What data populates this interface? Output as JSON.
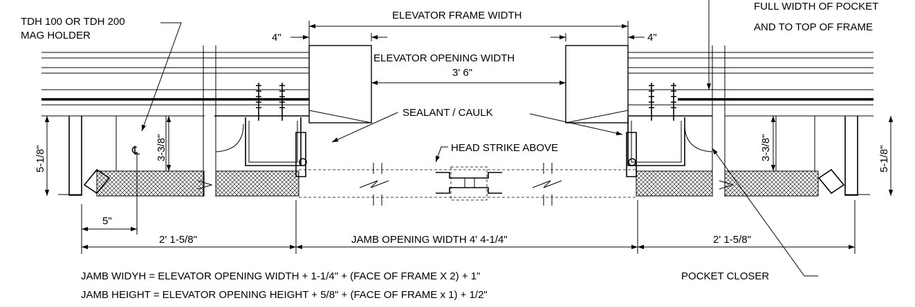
{
  "labels": {
    "mag_holder_line1": "TDH 100 OR TDH 200",
    "mag_holder_line2": "MAG HOLDER",
    "frame_width": "ELEVATOR FRAME WIDTH",
    "pocket_line1": "FULL WIDTH OF POCKET",
    "pocket_line2": "AND TO TOP OF FRAME",
    "four_in_left": "4\"",
    "four_in_right": "4\"",
    "opening_width": "ELEVATOR OPENING WIDTH",
    "opening_value": "3' 6\"",
    "sealant": "SEALANT / CAULK",
    "head_strike": "HEAD STRIKE ABOVE",
    "dim_518_left": "5-1/8\"",
    "dim_338_left": "3-3/8\"",
    "dim_338_right": "3-3/8\"",
    "dim_518_right": "5-1/8\"",
    "centerline": "℄",
    "five_in": "5\"",
    "side_left": "2' 1-5/8\"",
    "jamb_opening": "JAMB OPENING WIDTH 4' 4-1/4\"",
    "side_right": "2' 1-5/8\"",
    "pocket_closer": "POCKET CLOSER",
    "formula_width": "JAMB WIDYH = ELEVATOR OPENING WIDTH + 1-1/4\" + (FACE OF FRAME X 2) + 1\"",
    "formula_height": "JAMB HEIGHT = ELEVATOR OPENING HEIGHT + 5/8\" + (FACE OF FRAME x 1) + 1/2\""
  }
}
